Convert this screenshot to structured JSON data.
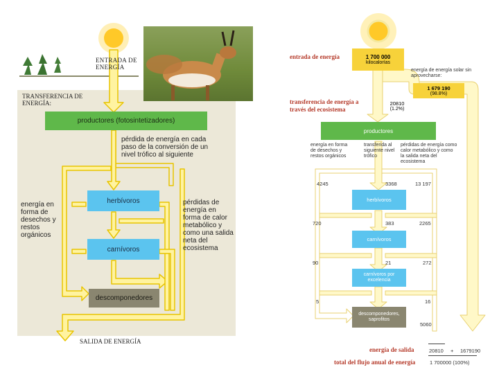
{
  "left": {
    "entry": "ENTRADA DE ENERGÍA",
    "transfer": "TRANSFERENCIA DE ENERGÍA:",
    "producers": "productores (fotosintetizadores)",
    "loss_note": "pérdida de energía en cada paso de la conversión de un nivel trófico al siguiente",
    "herbivores": "herbívoros",
    "carnivores": "carnívoros",
    "decomposers": "descomponedores",
    "waste": "energía en forma de desechos y restos orgánicos",
    "heat": "pérdidas de energía en forma de calor metabólico y como una salida neta del ecosistema",
    "exit": "SALIDA DE ENERGÍA"
  },
  "right": {
    "entry_label": "entrada de energía",
    "entry_value": "1 700 000",
    "entry_unit": "kilocalorías",
    "unused_label": "energía de energía solar sin aprovecharse:",
    "unused_value": "1 679 190",
    "unused_pct": "(98.8%)",
    "transfer_label": "transferencia de energía a través del ecosistema",
    "transfer_value": "20810",
    "transfer_pct": "(1.2%)",
    "producers": "productores",
    "col_waste": "energía en forma de desechos y restos orgánicos",
    "col_transfer": "transferida al siguiente nivel trófico",
    "col_loss": "pérdidas de energía como calor metabólico y como la salida neta del ecosistema",
    "herbivores": "herbívoros",
    "carnivores": "carnívoros",
    "top_carnivores": "carnívoros por excelencia",
    "decomposers": "descomponedores, saprofitos",
    "n_4245": "4245",
    "n_3368": "3368",
    "n_13197": "13 197",
    "n_720": "720",
    "n_383": "383",
    "n_2265": "2265",
    "n_90": "90",
    "n_21": "21",
    "n_272": "272",
    "n_5": "5",
    "n_16": "16",
    "n_5060": "5060",
    "exit_label": "energía de salida",
    "exit_a": "20810",
    "exit_plus": "+",
    "exit_b": "1679190",
    "total_label": "total del flujo anual de energía",
    "total_value": "1 700000 (100%)"
  },
  "colors": {
    "arrow_fill": "#fff3a0",
    "arrow_stroke": "#e8c400",
    "producer_green": "#5fb84a",
    "level_blue": "#5bc4ef",
    "decomposer_gray": "#8a8670",
    "panel_beige": "#ece8d8",
    "label_red": "#b53a2a"
  }
}
